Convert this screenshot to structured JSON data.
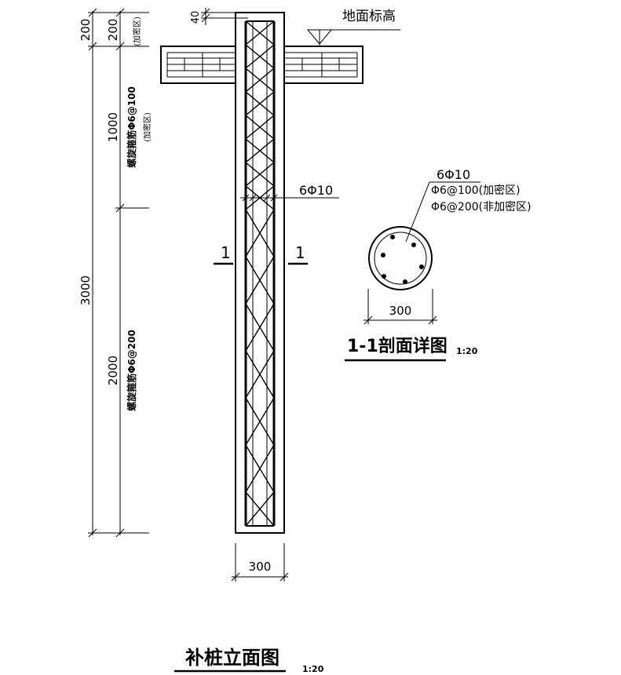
{
  "elevation": {
    "title": "补桩立面图",
    "scale": "1:20",
    "ground_label": "地面标高",
    "dim_top_40": "40",
    "dim_outer_200": "200",
    "dim_inner_200": "200",
    "dim_inner_200_note": "(加密区)",
    "dim_1000": "1000",
    "dim_1000_note": "螺旋箍筋Φ6@100",
    "dim_1000_note2": "(加密区)",
    "dim_3000": "3000",
    "dim_2000": "2000",
    "dim_2000_note": "螺旋箍筋Φ6@200",
    "bar_label": "6Φ10",
    "width_dim": "300",
    "section_mark_left": "1",
    "section_mark_right": "1"
  },
  "section": {
    "title": "1-1剖面详图",
    "scale": "1:20",
    "label_bars": "6Φ10",
    "label_dense": "Φ6@100(加密区)",
    "label_sparse": "Φ6@200(非加密区)",
    "diameter_dim": "300"
  }
}
